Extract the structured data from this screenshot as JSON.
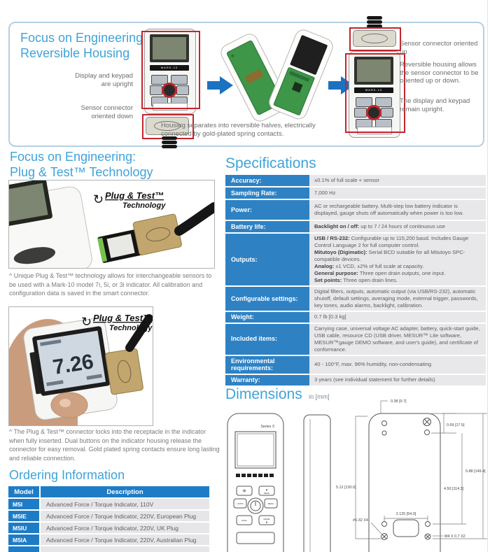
{
  "panel_reversible": {
    "heading_line1": "Focus on Engineering:",
    "heading_line2": "Reversible Housing",
    "label_display_upright": "Display and keypad are upright",
    "label_sensor_down": "Sensor connector oriented down",
    "caption_housing": "Housing separates into reversible halves, electrically connected by gold-plated spring contacts.",
    "label_sensor_up": "Sensor connector oriented up",
    "label_reversible": "Reversible housing allows the sensor connector to be oriented up or down.",
    "label_upright_remain": "The display and keypad remain upright.",
    "device_brand": "MARK-10"
  },
  "panel_plugtest": {
    "heading_line1": "Focus on Engineering:",
    "heading_line2": "Plug & Test™ Technology",
    "logo_arrow": "↻",
    "logo_line1": "Plug & Test™",
    "logo_line2": "Technology",
    "caption1": "^ Unique Plug & Test™ technology allows for interchangeable sensors to be used with a Mark-10 model 7i, 5i, or 3i indicator. All calibration and configuration data is saved in the smart connector.",
    "display_value": "7.26",
    "caption2": "^ The Plug & Test™ connector locks into the receptacle in the indicator when fully inserted. Dual buttons on the indicator housing release the connector for easy removal. Gold plated spring contacts ensure long lasting and reliable connection."
  },
  "specifications": {
    "title": "Specifications",
    "rows": [
      {
        "label": "Accuracy:",
        "value": "±0.1% of full scale + sensor"
      },
      {
        "label": "Sampling Rate:",
        "value": "7,000 Hz"
      },
      {
        "label": "Power:",
        "value": "AC or rechargeable battery. Multi-step low battery indicator is displayed, gauge shuts off automatically when power is too low."
      },
      {
        "label": "Battery life:",
        "parts": [
          {
            "b": "Backlight on / off:",
            "t": " up to 7 / 24 hours of continuous use"
          }
        ]
      },
      {
        "label": "Outputs:",
        "parts": [
          {
            "b": "USB / RS-232:",
            "t": " Configurable up to 115,200 baud. Includes Gauge Control Language 2 for full computer control."
          },
          {
            "b": "Mitutoyo (Digimatic):",
            "t": " Serial BCD suitable for all Mitutoyo SPC-compatible devices."
          },
          {
            "b": "Analog:",
            "t": " ±1 VCD, ±2% of full scale at capacity."
          },
          {
            "b": "General purpose:",
            "t": " Three open drain outputs, one input."
          },
          {
            "b": "Set points:",
            "t": " Three open drain lines."
          }
        ]
      },
      {
        "label": "Configurable settings:",
        "value": "Digital filters, outputs, automatic output (via USB/RS-232), automatic shutoff, default settings, averaging mode, external trigger, passwords, key tones, audio alarms, backlight, calibration."
      },
      {
        "label": "Weight:",
        "value": "0.7 lb [0.3 kg]"
      },
      {
        "label": "Included items:",
        "value": "Carrying case, universal voltage AC adapter, battery, quick-start guide, USB cable, resource CD (USB driver, MESUR™ Lite software, MESUR™gauge DEMO software, and user's guide), and certificate of conformance."
      },
      {
        "label": "Environmental requirements:",
        "value": "40 - 100°F, max. 96% humidity, non-condensating"
      },
      {
        "label": "Warranty:",
        "value": "3 years (see individual statement for further details)"
      }
    ]
  },
  "dimensions": {
    "title": "Dimensions",
    "units": "in [mm]",
    "labels": {
      "series": "Series 5",
      "d1": "0.38 [9.7]",
      "d2": "0.69 [17.5]",
      "d3": "5.12 [130.0]",
      "d4": "4.50 [114.3]",
      "d5": "5.88 [149.4]",
      "d6": "2.125 [54.0]",
      "d7": "#6-32 X4",
      "d8": "M4 X 0.7 X2"
    },
    "keypad": {
      "backlight": "✳",
      "zero_arrow": "▲",
      "zero": "ZERO",
      "units": "UNITS",
      "menu": "MENU",
      "data": "DATA",
      "mode": "MODE",
      "mode_arrow": "▼"
    }
  },
  "ordering": {
    "title": "Ordering Information",
    "headers": [
      "Model",
      "Description"
    ],
    "rows": [
      {
        "model": "M5I",
        "description": "Advanced Force / Torque Indicator, 110V"
      },
      {
        "model": "M5IE",
        "description": "Advanced Force / Torque Indicator, 220V, European Plug"
      },
      {
        "model": "M5IU",
        "description": "Advanced Force / Torque Indicator, 220V, UK Plug"
      },
      {
        "model": "M5IA",
        "description": "Advanced Force / Torque Indicator, 220V, Australian Plug"
      }
    ]
  },
  "colors": {
    "heading_blue": "#3fa3d9",
    "table_label_blue": "#2e82c4",
    "ordering_blue": "#1e7cc6",
    "highlight_red": "#c4242b",
    "arrow_blue": "#1b72c0",
    "pcb_green": "#3e9648",
    "connector_gold": "#c2a66d"
  }
}
